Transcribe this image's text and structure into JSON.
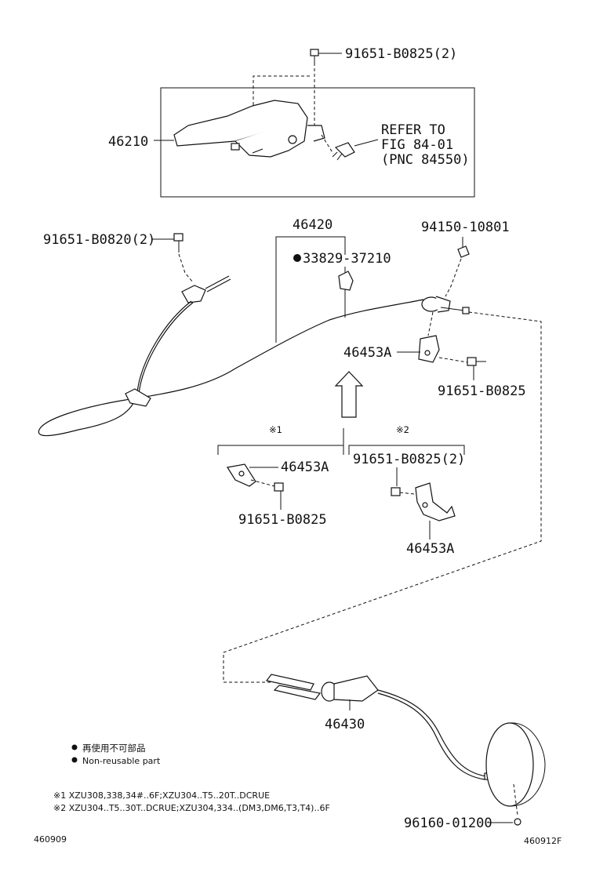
{
  "labels": {
    "lever_bolt": "91651-B0825(2)",
    "lever": "46210",
    "refer_line1": "REFER TO",
    "refer_line2": "FIG 84-01",
    "refer_line3": "(PNC 84550)",
    "front_cable": "46420",
    "front_bolt": "91651-B0820(2)",
    "clip": "33829-37210",
    "retainer": "94150-10801",
    "bracket_main": "46453A",
    "bracket_main_bolt": "91651-B0825",
    "note1_mark": "※1",
    "note2_mark": "※2",
    "bracket_n1": "46453A",
    "bracket_n1_bolt": "91651-B0825",
    "bracket_n2_bolt": "91651-B0825(2)",
    "bracket_n2": "46453A",
    "rear_cable": "46430",
    "clip2": "96160-01200"
  },
  "legend": {
    "item1": "再使用不可部品",
    "item2": "Non-reusable part"
  },
  "footnotes": {
    "note1": "※1 XZU308,338,34#..6F;XZU304..T5..20T..DCRUE",
    "note2": "※2 XZU304..T5..30T..DCRUE;XZU304,334..(DM3,DM6,T3,T4)..6F"
  },
  "footer": {
    "left_code": "460909",
    "right_code": "460912F"
  }
}
